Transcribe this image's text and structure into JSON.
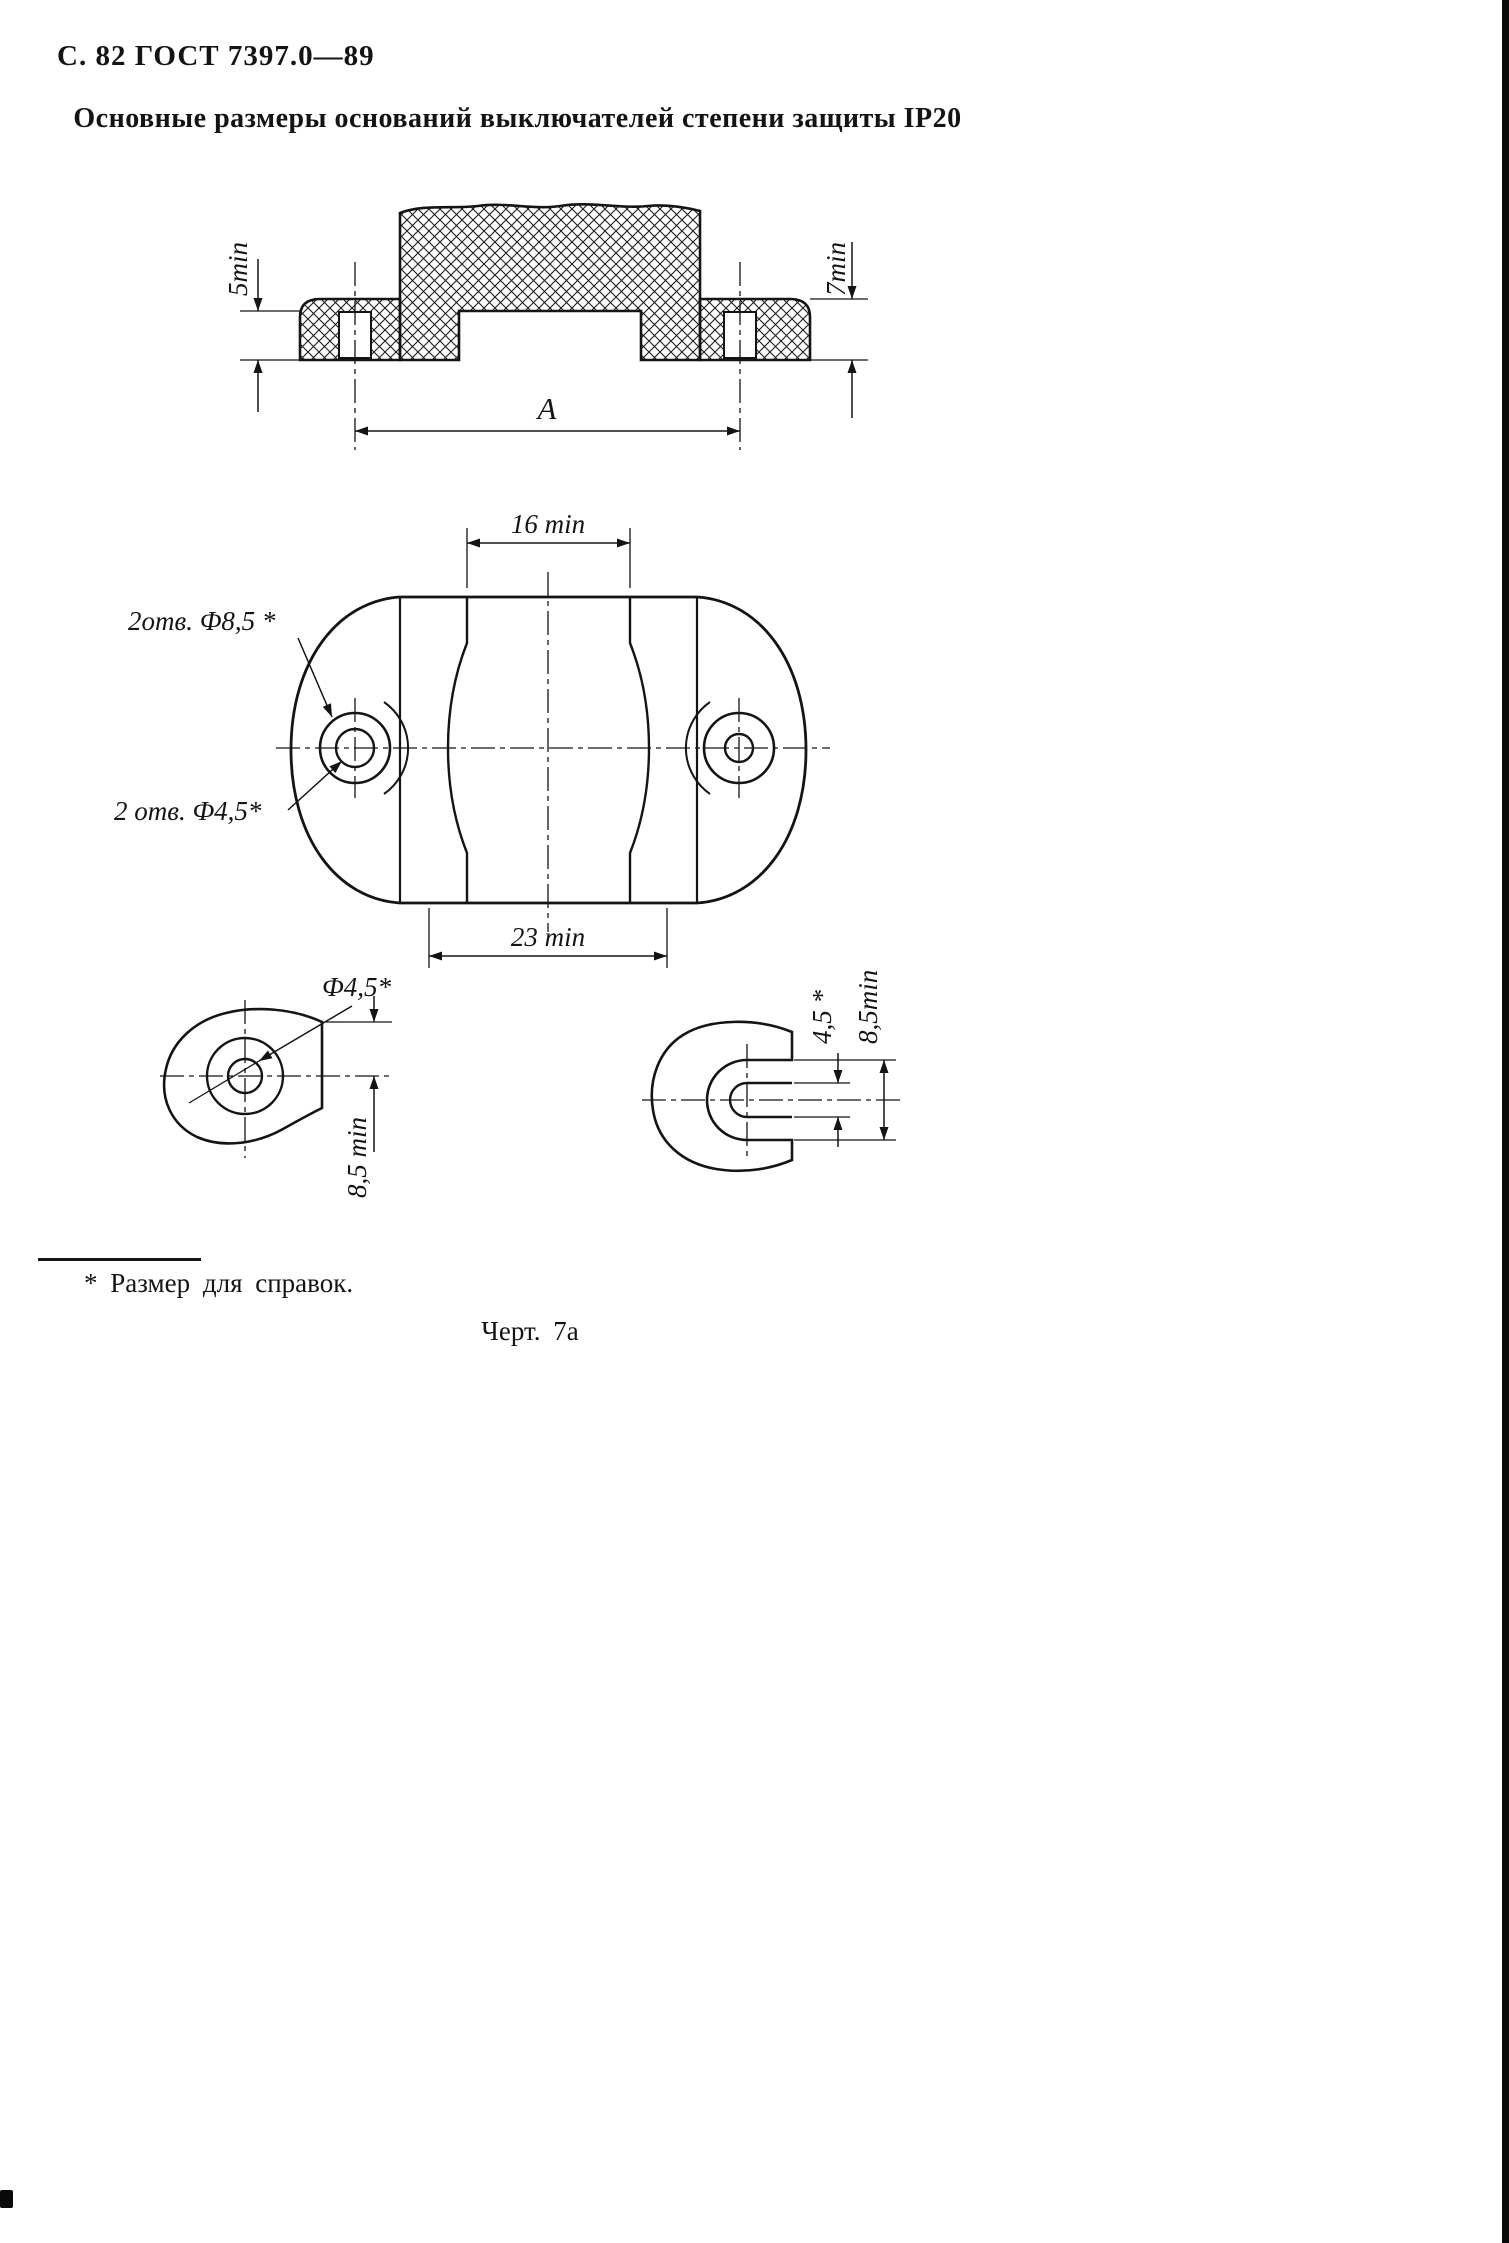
{
  "page": {
    "header": "С. 82 ГОСТ 7397.0—89",
    "title": "Основные размеры оснований выключателей степени защиты IP20",
    "footnote": "* Размер для справок.",
    "caption": "Черт. 7а"
  },
  "section_view": {
    "dim_lip_height": "5min",
    "dim_base_height": "7min",
    "dim_width": "А"
  },
  "plan_view": {
    "dim_slot_width": "16 min",
    "dim_recess_width": "23 min",
    "label_big_holes": "2отв. Ф8,5 *",
    "label_small_holes": "2 отв. Ф4,5*"
  },
  "detail_left": {
    "label_hole_dia": "Ф4,5*",
    "dim_center_to_edge": "8,5 min"
  },
  "detail_right": {
    "dim_slot_width": "4,5 *",
    "dim_boss_width": "8,5min"
  }
}
